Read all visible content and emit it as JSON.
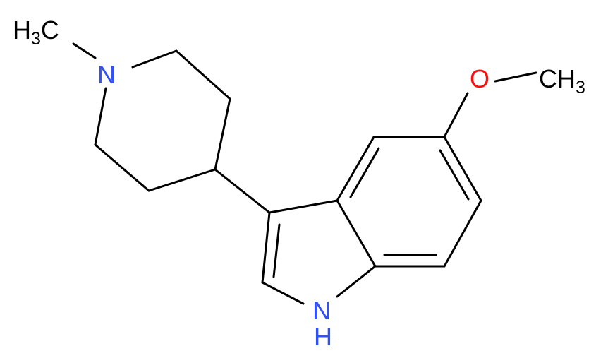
{
  "molecule": {
    "atoms": {
      "ch3_n": {
        "main": "H",
        "sub": "3",
        "tail": "C",
        "color": "#000000"
      },
      "n_pip": {
        "text": "N",
        "color": "#3050F8"
      },
      "o_methoxy": {
        "text": "O",
        "color": "#FF0D0D"
      },
      "ch3_o": {
        "main": "CH",
        "sub": "3",
        "color": "#000000"
      },
      "nh_indole": {
        "n": "N",
        "h": "H",
        "color": "#3050F8"
      }
    }
  }
}
